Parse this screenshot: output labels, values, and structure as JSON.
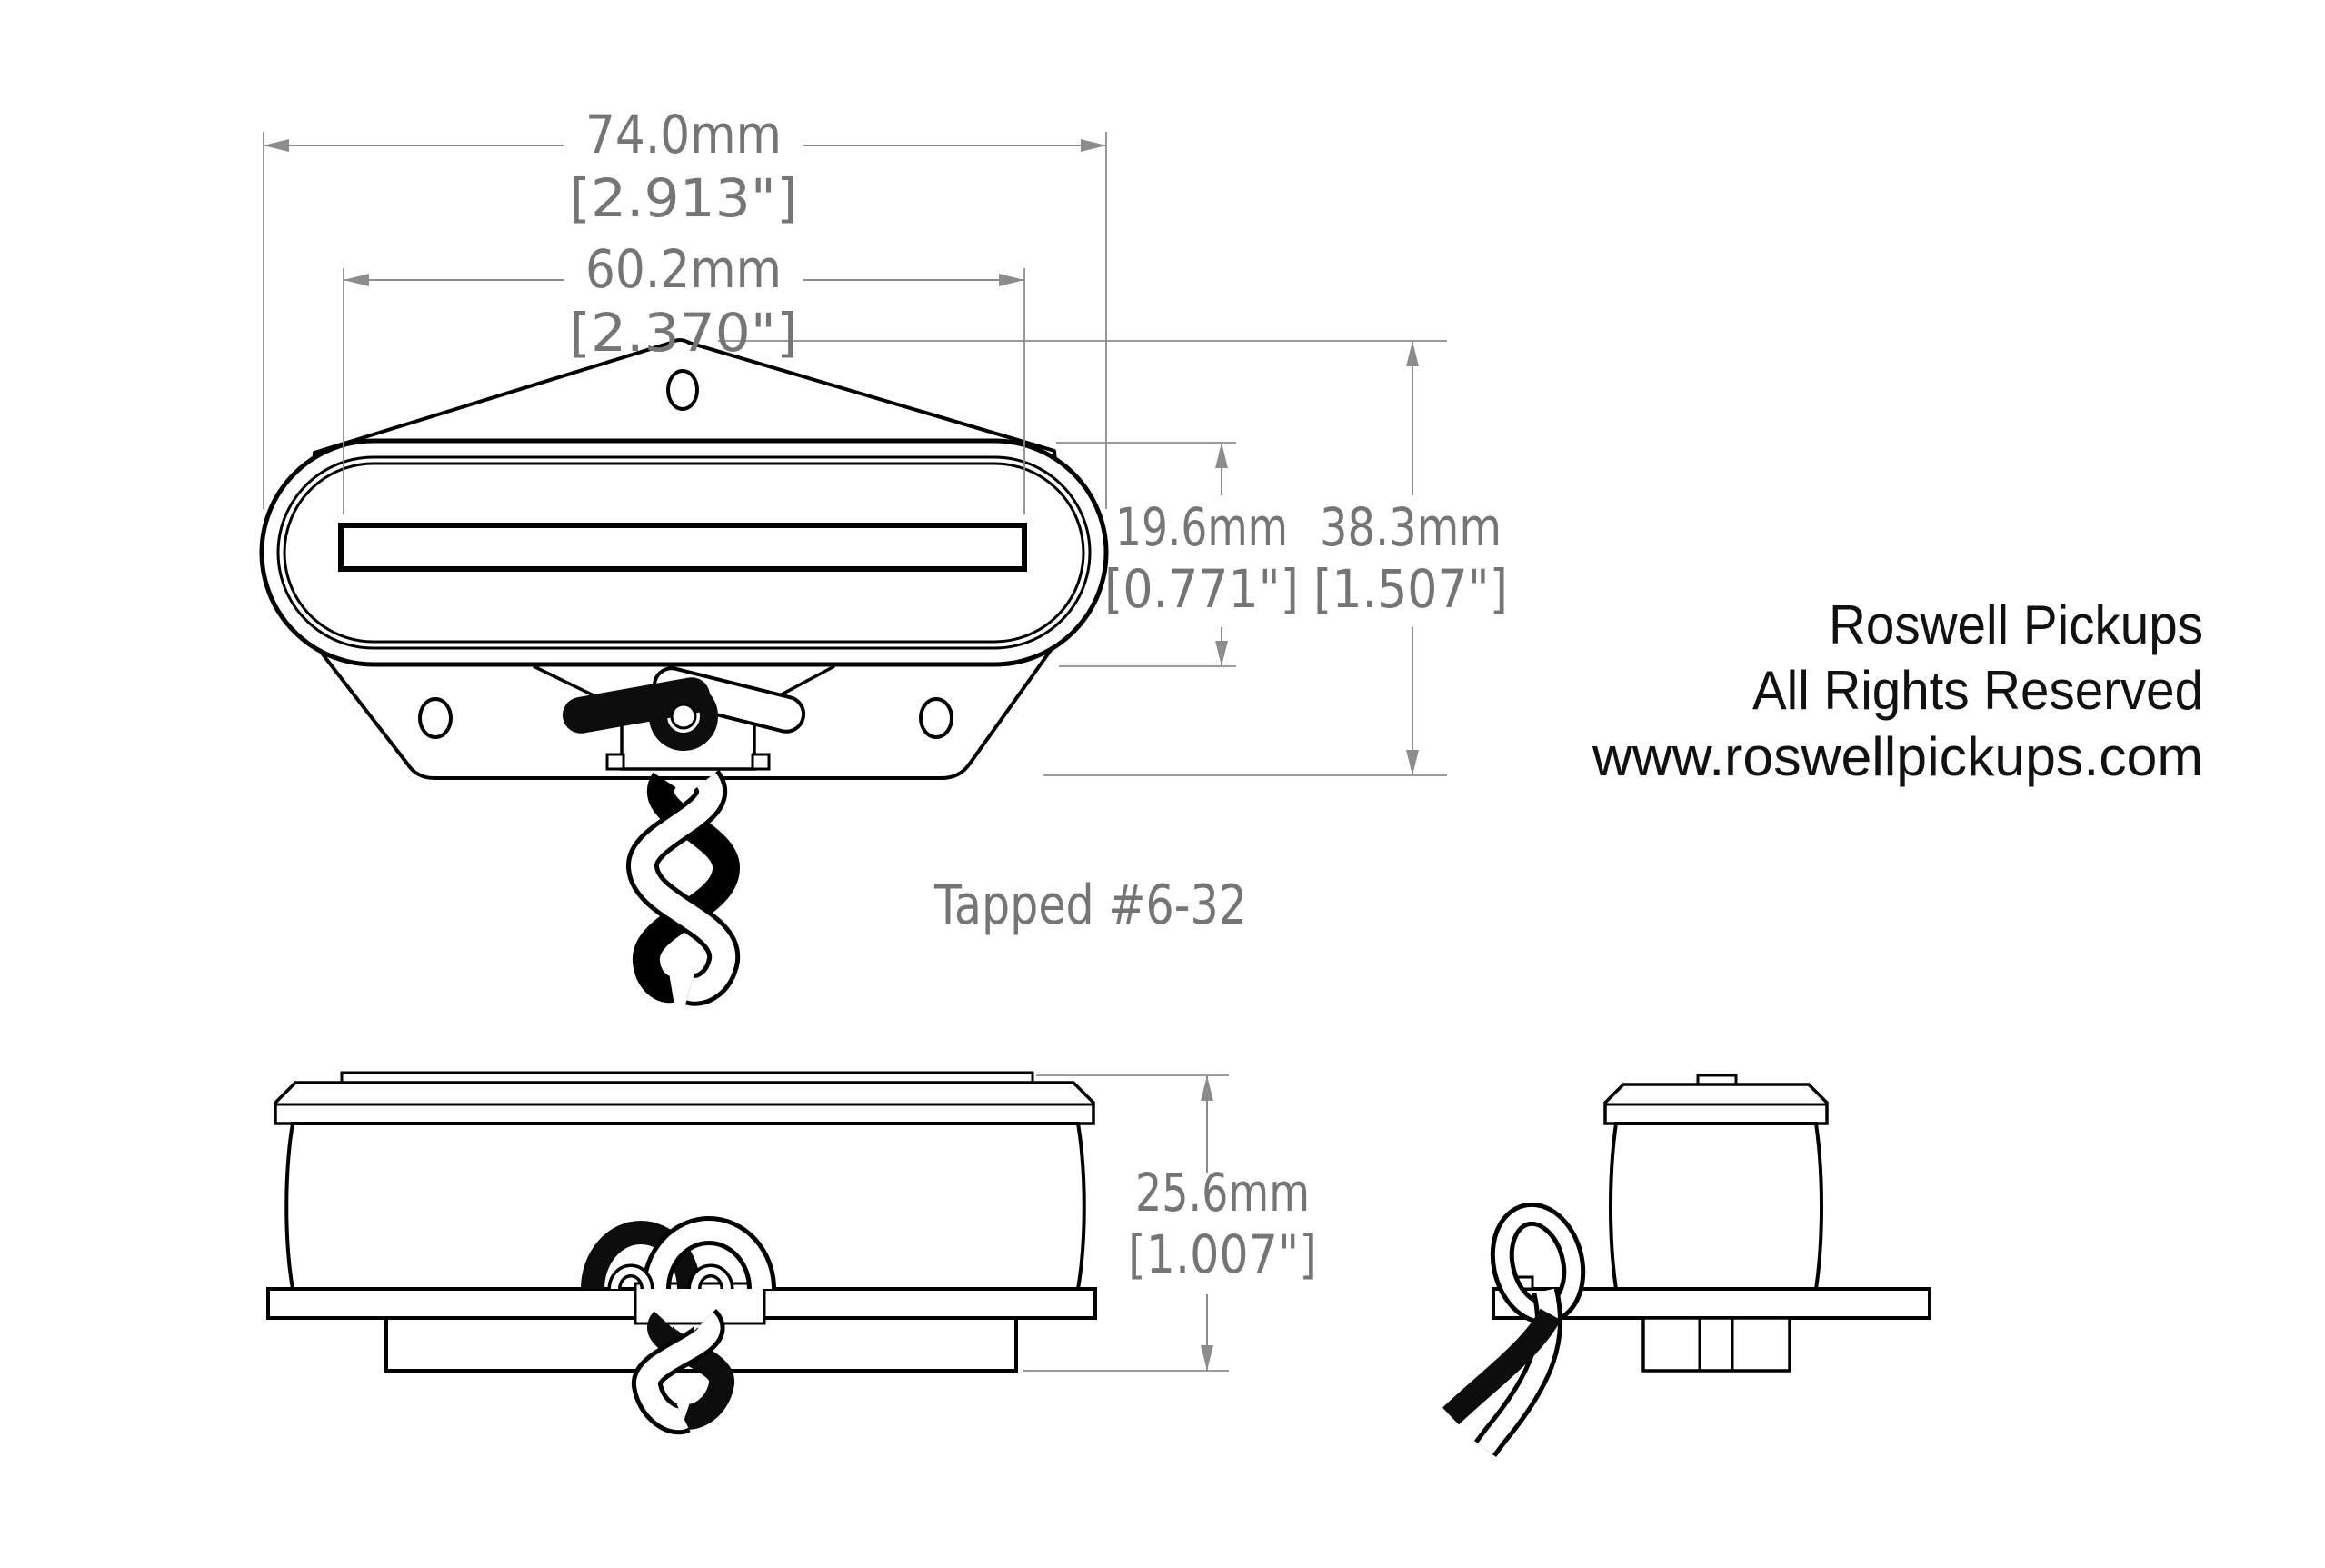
{
  "page": {
    "background": "#ffffff"
  },
  "palette": {
    "line": "#000000",
    "dim_line": "#8c8c8c",
    "dim_text": "#757575",
    "brand_text": "#111111"
  },
  "dimensions": {
    "plate_width": {
      "mm": "74.0mm",
      "inches": "[2.913\"]"
    },
    "blade_width": {
      "mm": "60.2mm",
      "inches": "[2.370\"]"
    },
    "cover_height": {
      "mm": "19.6mm",
      "inches": "[0.771\"]"
    },
    "overall_length": {
      "mm": "38.3mm",
      "inches": "[1.507\"]"
    },
    "overall_height": {
      "mm": "25.6mm",
      "inches": "[1.007\"]"
    }
  },
  "annotations": {
    "mounting_note": "Tapped #6-32"
  },
  "branding": {
    "company": "Roswell Pickups",
    "rights": "All Rights Reserved",
    "website": "www.roswellpickups.com"
  }
}
